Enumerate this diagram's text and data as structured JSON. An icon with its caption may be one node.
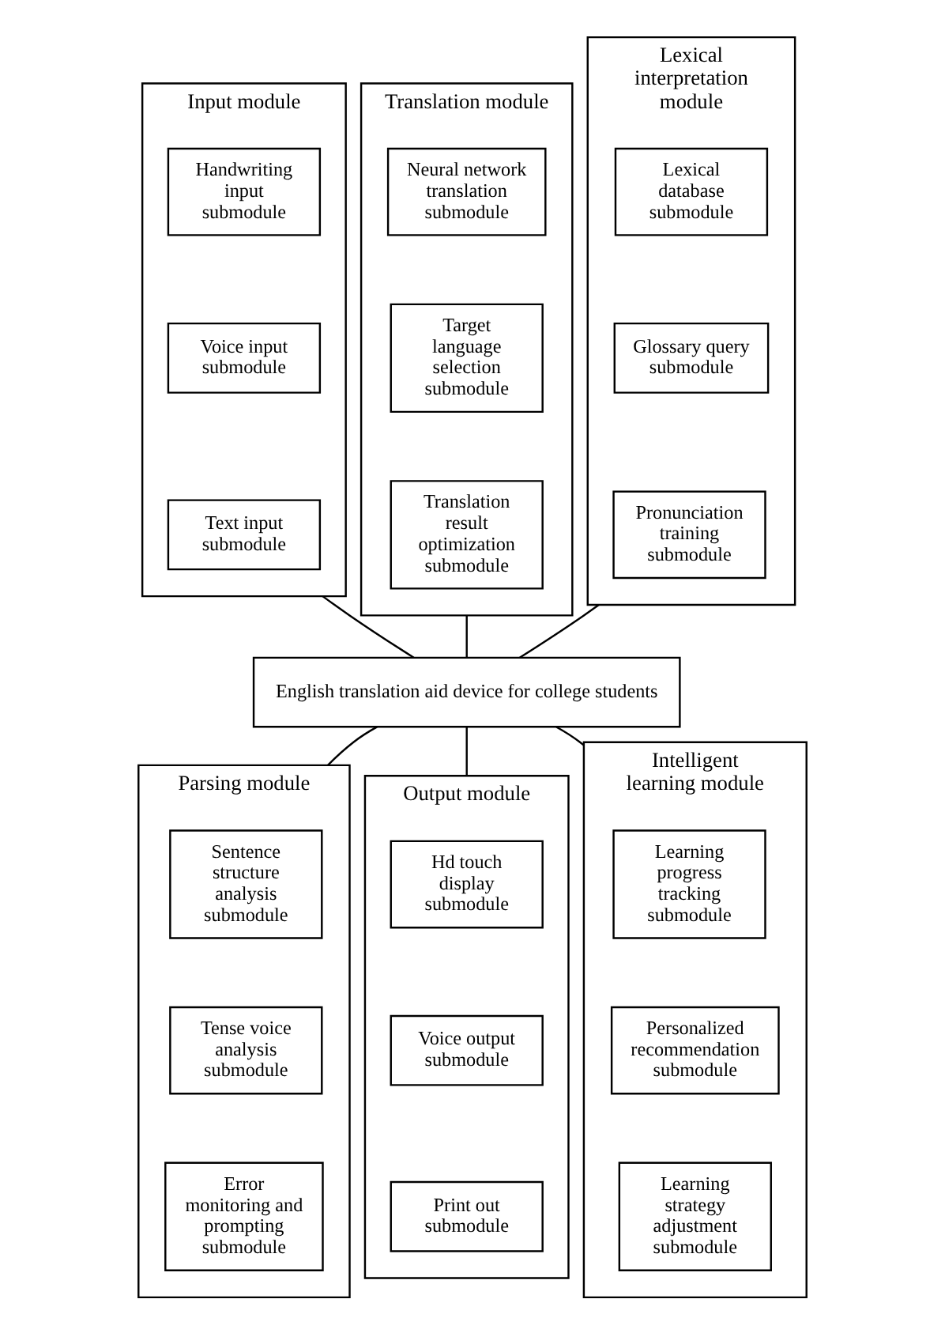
{
  "diagram": {
    "nodes": [
      {
        "text": [
          "Input module"
        ]
      },
      {
        "text": [
          "Handwriting input submodule"
        ],
        "in": 0
      },
      {
        "text": [
          "Voice input submodule"
        ],
        "in": 0
      },
      {
        "text": [
          "Text input submodule"
        ],
        "in": 0
      },
      {
        "text": [
          "Translation module"
        ]
      },
      {
        "text": [
          "Neural network translation submodule"
        ],
        "in": 4
      },
      {
        "text": [
          "Target language selection submodule"
        ],
        "in": 4
      },
      {
        "text": [
          "Translation result optimization submodule"
        ],
        "in": 4
      },
      {
        "text": [
          "Lexical interpretation module"
        ]
      },
      {
        "text": [
          "Lexical database submodule"
        ],
        "in": 8
      },
      {
        "text": [
          "Glossary query submodule"
        ],
        "in": 8
      },
      {
        "text": [
          "Pronunciation training submodule"
        ],
        "in": 8
      },
      {
        "text": [
          "English translation aid device for college students"
        ]
      },
      {
        "text": [
          "Parsing module"
        ]
      },
      {
        "text": [
          "Sentence structure analysis submodule"
        ],
        "in": 13
      },
      {
        "text": [
          "Tense voice analysis submodule"
        ],
        "in": 13
      },
      {
        "text": [
          "Error monitoring and prompting submodule"
        ],
        "in": 13
      },
      {
        "text": [
          "Output module"
        ]
      },
      {
        "text": [
          "Hd touch display submodule"
        ],
        "in": 17
      },
      {
        "text": [
          "Voice output submodule"
        ],
        "in": 17
      },
      {
        "text": [
          "Print out submodule"
        ],
        "in": 17
      },
      {
        "text": [
          "Intelligent learning module"
        ]
      },
      {
        "text": [
          "Learning progress tracking submodule"
        ],
        "in": 21
      },
      {
        "text": [
          "Personalized recommendation submodule"
        ],
        "in": 21
      },
      {
        "text": [
          "Learning strategy adjustment submodule"
        ],
        "in": 21
      }
    ],
    "edges": [
      {
        "from": 0,
        "to": 12,
        "arrow": "none"
      },
      {
        "from": 4,
        "to": 12,
        "arrow": "none"
      },
      {
        "from": 8,
        "to": 12,
        "arrow": "none"
      },
      {
        "from": 12,
        "to": 13,
        "arrow": "none"
      },
      {
        "from": 12,
        "to": 17,
        "arrow": "none"
      },
      {
        "from": 12,
        "to": 21,
        "arrow": "none"
      }
    ]
  }
}
